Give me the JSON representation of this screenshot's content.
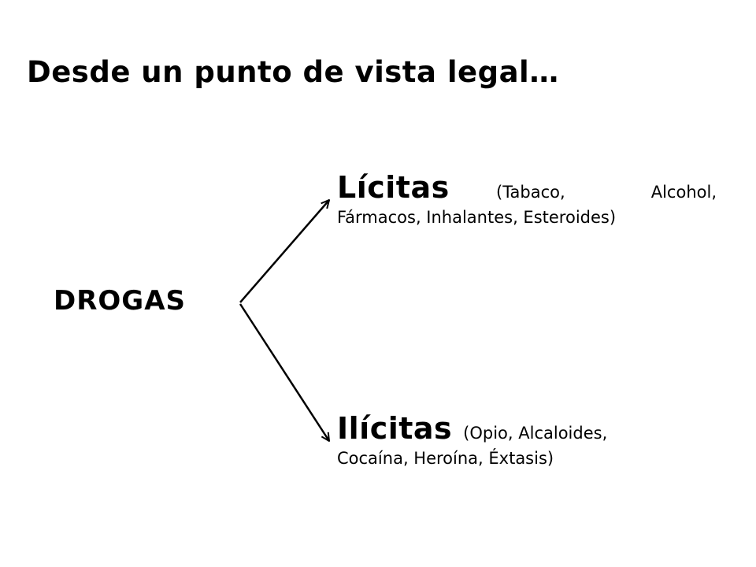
{
  "title": "Desde un punto de vista legal…",
  "root": "DROGAS",
  "branches": {
    "licitas": {
      "heading": "Lícitas",
      "line1_words": [
        "(Tabaco,",
        "Alcohol,"
      ],
      "line2": "Fármacos, Inhalantes, Esteroides)"
    },
    "ilicitas": {
      "heading": "Ilícitas",
      "line1_detail": "(Opio, Alcaloides,",
      "line2": "Cocaína, Heroína, Éxtasis)"
    }
  }
}
